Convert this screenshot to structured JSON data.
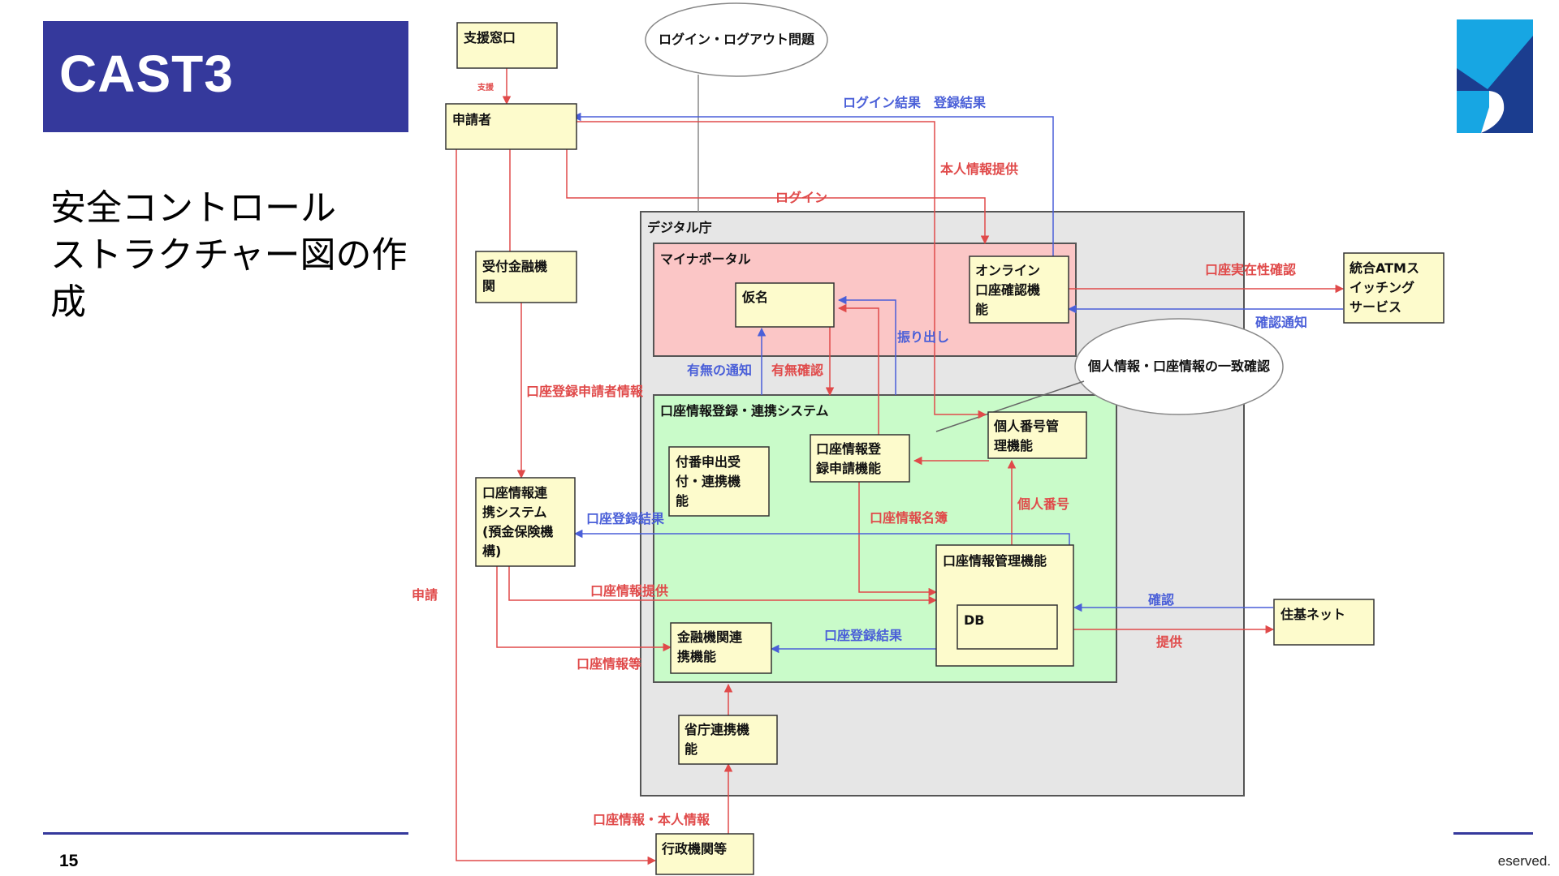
{
  "slide": {
    "title": "CAST3",
    "subtitle_line1": "安全コントロール",
    "subtitle_line2": "ストラクチャー図の作成",
    "page_number": "15",
    "copyright_fragment": "eserved."
  },
  "colors": {
    "title_bar": "#35399c",
    "node_fill": "#fdfbcc",
    "system_bg": "#e6e6e6",
    "portal_bg": "#fbc6c6",
    "account_system_bg": "#c9fbc9",
    "control_arrow": "#e04a4a",
    "feedback_arrow": "#4a5fd8",
    "logo_cyan": "#17a6e3",
    "logo_navy": "#1b3d8f"
  },
  "diagram": {
    "nodes": {
      "support_desk": "支援窓口",
      "applicant": "申請者",
      "receiving_bank_l1": "受付金融機",
      "receiving_bank_l2": "関",
      "account_link_l1": "口座情報連",
      "account_link_l2": "携システム",
      "account_link_l3": "(預金保険機",
      "account_link_l4": "構)",
      "atm_l1": "統合ATMス",
      "atm_l2": "イッチング",
      "atm_l3": "サービス",
      "jukinet": "住基ネット",
      "admin_orgs": "行政機関等",
      "ministry_l1": "省庁連携機",
      "ministry_l2": "能",
      "kamei": "仮名",
      "online_l1": "オンライン",
      "online_l2": "口座確認機",
      "online_l3": "能",
      "numbering_l1": "付番申出受",
      "numbering_l2": "付・連携機",
      "numbering_l3": "能",
      "registration_l1": "口座情報登",
      "registration_l2": "録申請機能",
      "mynumber_l1": "個人番号管",
      "mynumber_l2": "理機能",
      "management": "口座情報管理機能",
      "db": "DB",
      "finlink_l1": "金融機関連",
      "finlink_l2": "携機能"
    },
    "containers": {
      "digital_agency": "デジタル庁",
      "mynaportal": "マイナポータル",
      "account_system": "口座情報登録・連携システム"
    },
    "ellipses": {
      "login_logout": "ログイン・ログアウト問題",
      "consistency": "個人情報・口座情報の一致確認"
    },
    "edge_labels": {
      "support": "支援",
      "login_result": "ログイン結果　登録結果",
      "personal_info_provide": "本人情報提供",
      "login": "ログイン",
      "account_existence_check": "口座実在性確認",
      "confirmation_notice": "確認通知",
      "transfer": "振り出し",
      "presence_notice": "有無の通知",
      "presence_check": "有無確認",
      "account_reg_applicant_info": "口座登録申請者情報",
      "account_reg_result_1": "口座登録結果",
      "account_name_list": "口座情報名簿",
      "personal_number": "個人番号",
      "account_info_provide": "口座情報提供",
      "apply": "申請",
      "confirm": "確認",
      "provide": "提供",
      "account_reg_result_2": "口座登録結果",
      "account_info_etc": "口座情報等",
      "account_personal_info": "口座情報・本人情報"
    }
  }
}
